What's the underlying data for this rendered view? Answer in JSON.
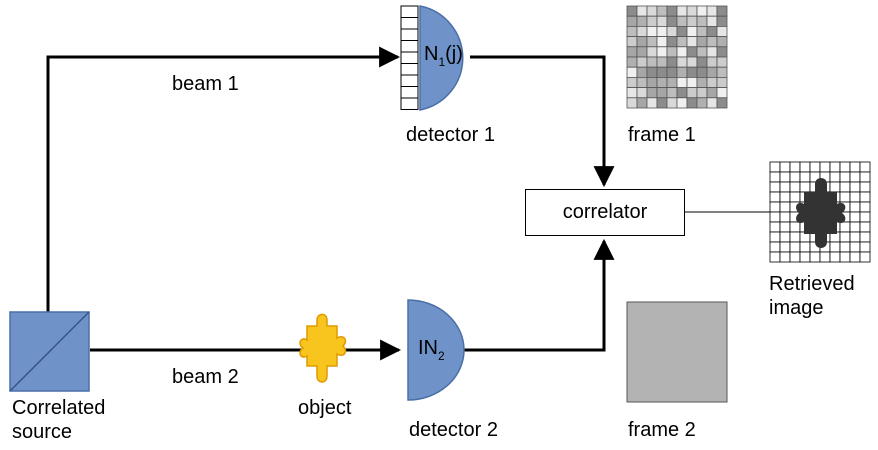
{
  "labels": {
    "beam1": "beam 1",
    "beam2": "beam 2",
    "detector1": "detector 1",
    "detector2": "detector 2",
    "frame1": "frame 1",
    "frame2": "frame 2",
    "correlator": "correlator",
    "retrieved_line1": "Retrieved",
    "retrieved_line2": "image",
    "source_line1": "Correlated",
    "source_line2": "source",
    "object": "object",
    "det1_symbol_main": "N",
    "det1_symbol_sub": "1",
    "det1_symbol_arg": "(j)",
    "det2_symbol_main": "IN",
    "det2_symbol_sub": "2"
  },
  "colors": {
    "detector_fill": "#6f93c9",
    "detector_stroke": "#4a6fa8",
    "source_fill": "#6f93c9",
    "object_fill": "#f7c51e",
    "object_stroke": "#e09a00",
    "retrieved_fill": "#333333",
    "frame2_fill": "#b3b3b3",
    "line": "#000000"
  }
}
